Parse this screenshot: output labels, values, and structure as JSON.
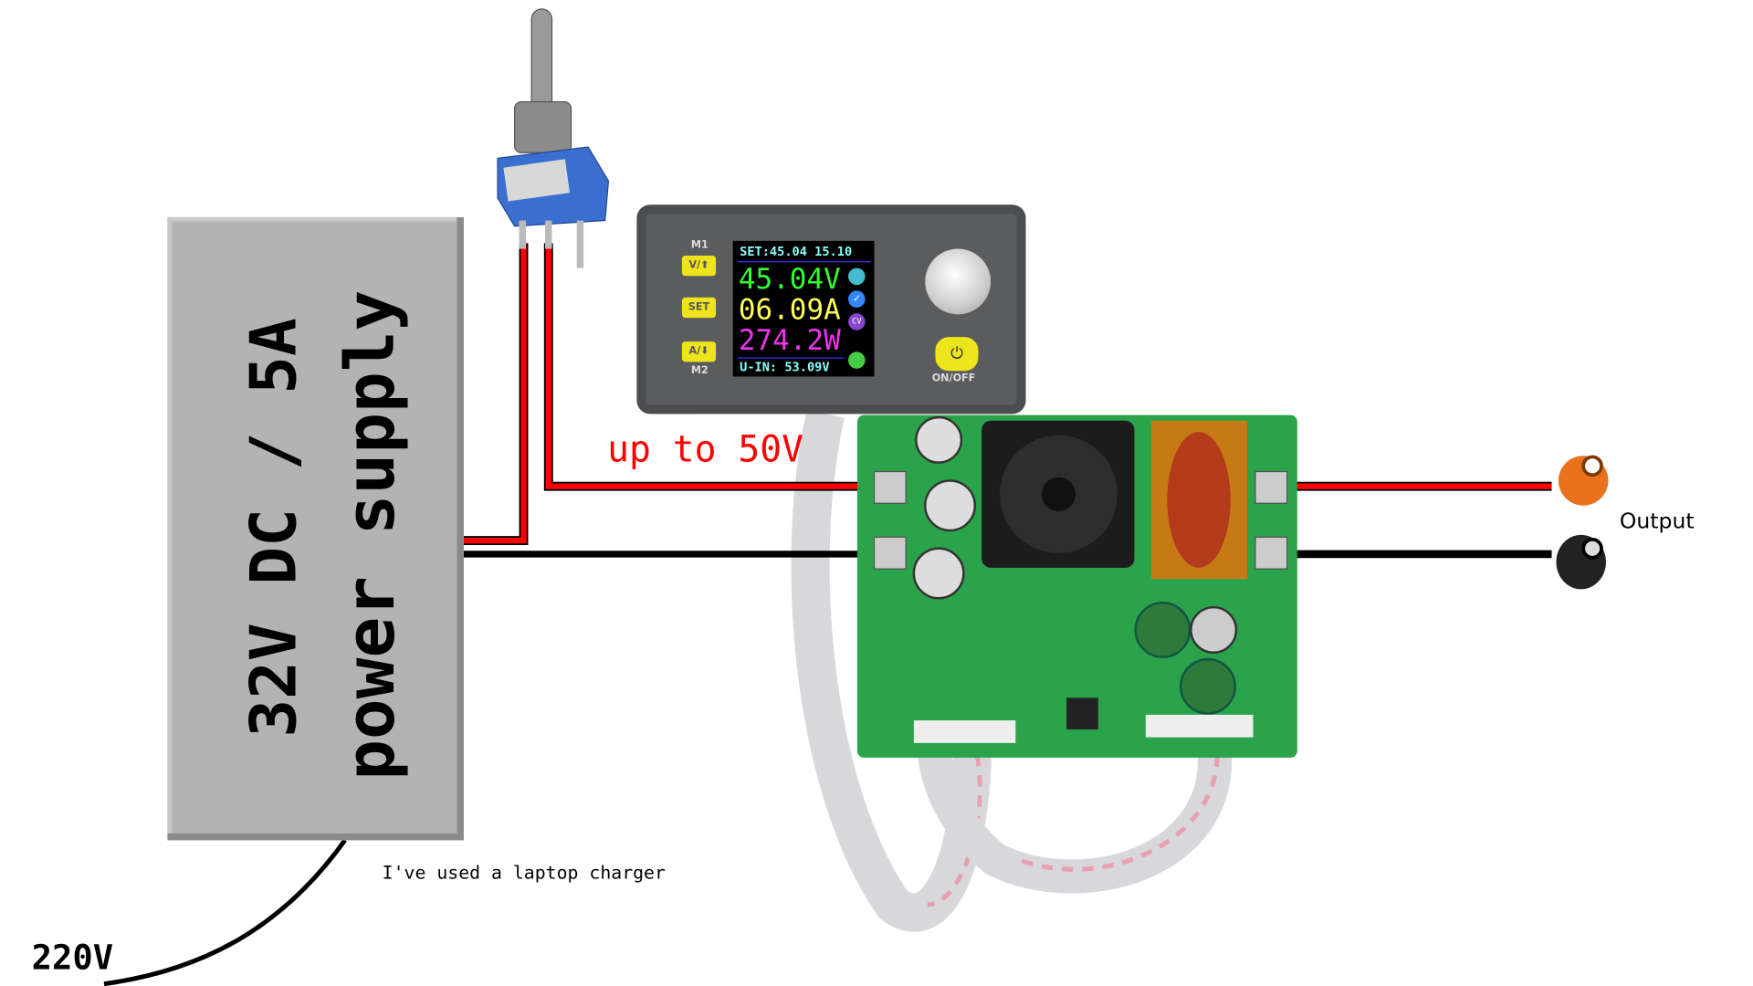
{
  "psu": {
    "line1": "32V DC / 5A",
    "line2": "power supply",
    "color": "#b3b3b3"
  },
  "labels": {
    "input_voltage": "up to 50V",
    "output": "Output",
    "note": "I've used a laptop charger",
    "mains": "220V"
  },
  "module": {
    "buttons": {
      "m1": "M1",
      "v": "V/⬆",
      "set": "SET",
      "a": "A/⬇",
      "m2": "M2",
      "onoff": "ON/OFF"
    },
    "lcd": {
      "set_line": "SET:45.04 15.10",
      "voltage": "45.04V",
      "current": "06.09A",
      "power": "274.2W",
      "vin": "U-IN: 53.09V",
      "mode": "CV"
    }
  },
  "colors": {
    "wire_positive": "#ff0000",
    "wire_negative": "#000000",
    "pcb": "#2aa34a"
  }
}
